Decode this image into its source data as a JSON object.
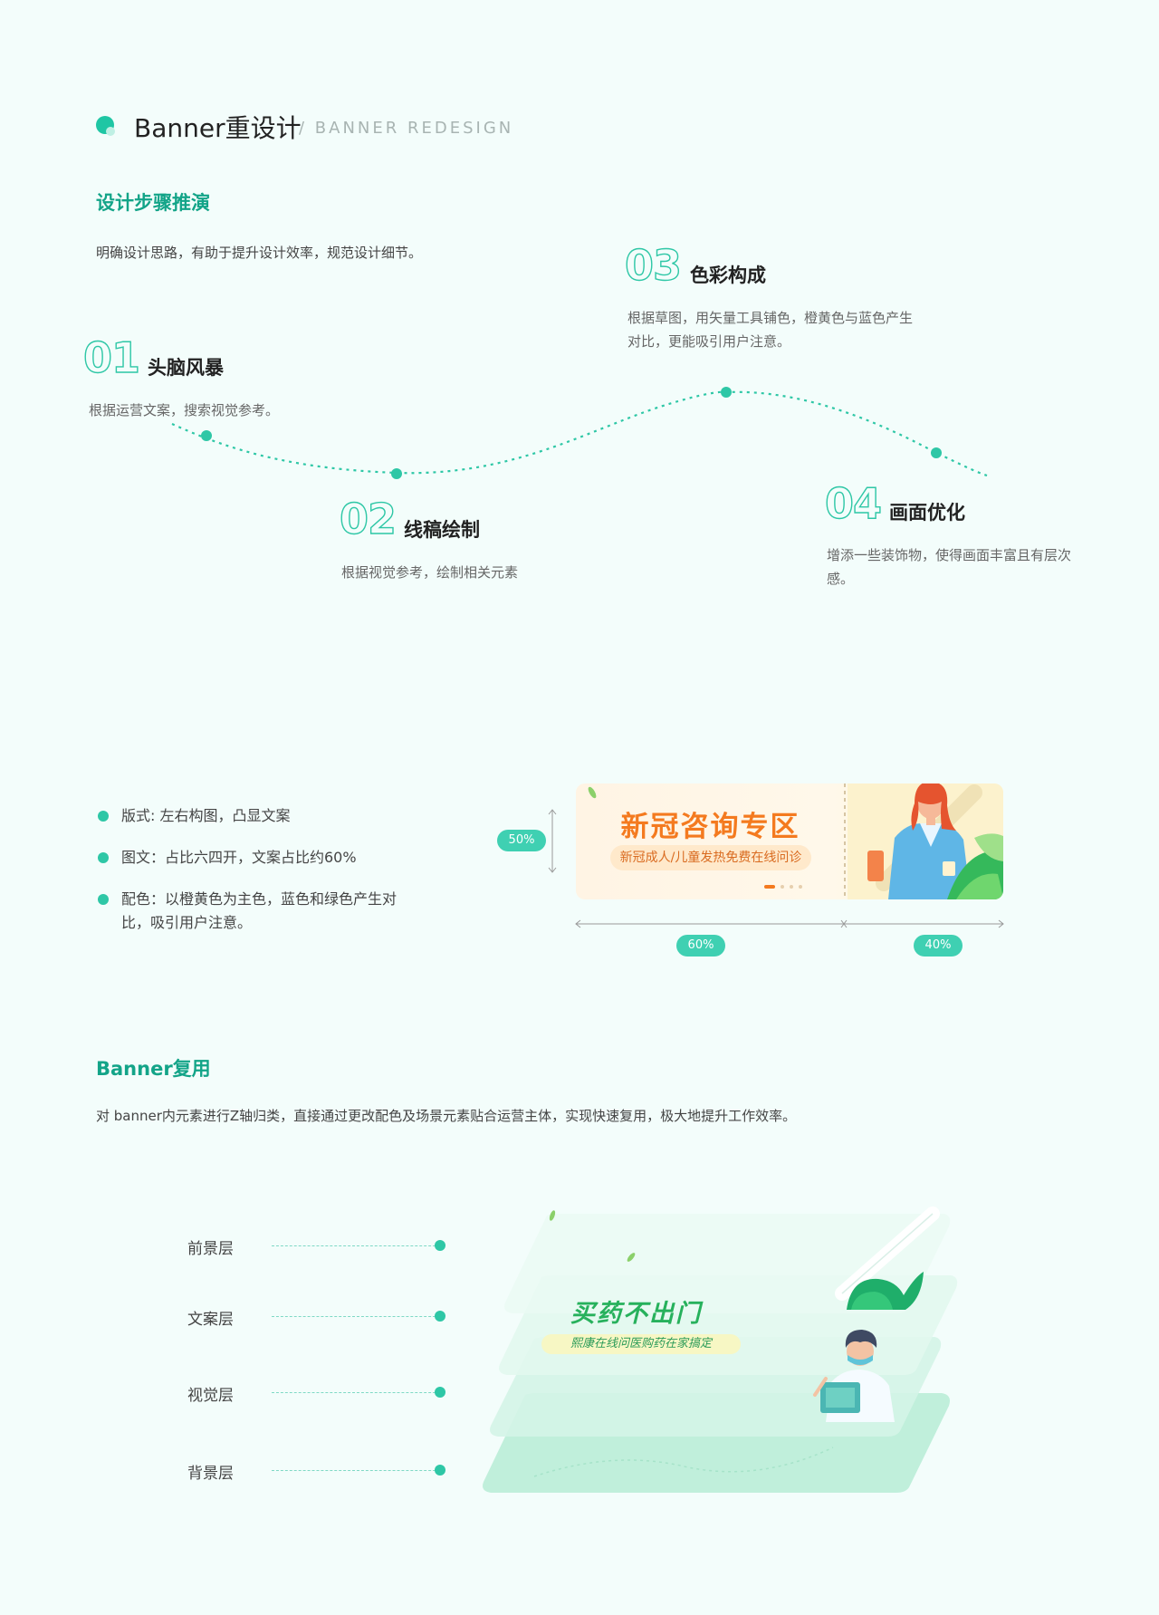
{
  "header": {
    "title": "Banner重设计",
    "subtitle": "/  BANNER  REDESIGN"
  },
  "design_steps": {
    "title": "设计步骤推演",
    "description": "明确设计思路，有助于提升设计效率，规范设计细节。",
    "steps": [
      {
        "number": "01",
        "title": "头脑风暴",
        "desc": "根据运营文案，搜索视觉参考。"
      },
      {
        "number": "02",
        "title": "线稿绘制",
        "desc": "根据视觉参考，绘制相关元素"
      },
      {
        "number": "03",
        "title": "色彩构成",
        "desc": "根据草图，用矢量工具铺色，橙黄色与蓝色产生对比，更能吸引用户注意。"
      },
      {
        "number": "04",
        "title": "画面优化",
        "desc": "增添一些装饰物，使得画面丰富且有层次感。"
      }
    ]
  },
  "layout_notes": {
    "bullets": [
      "版式: 左右构图，凸显文案",
      "图文：占比六四开，文案占比约60%",
      "配色：以橙黄色为主色，蓝色和绿色产生对比，吸引用户注意。"
    ],
    "banner": {
      "headline": "新冠咨询专区",
      "subline": "新冠成人/儿童发热免费在线问诊"
    },
    "height_label": "50%",
    "left_width_label": "60%",
    "right_width_label": "40%"
  },
  "reuse": {
    "title": "Banner复用",
    "description": "对 banner内元素进行Z轴归类，直接通过更改配色及场景元素贴合运营主体，实现快速复用，极大地提升工作效率。",
    "layers": [
      "前景层",
      "文案层",
      "视觉层",
      "背景层"
    ],
    "banner_headline": "买药不出门",
    "banner_subline": "熙康在线问医购药在家搞定"
  },
  "colors": {
    "accent": "#2ec7a6",
    "title_green": "#13a488",
    "orange": "#f47a1f",
    "background": "#f3fdfb"
  }
}
